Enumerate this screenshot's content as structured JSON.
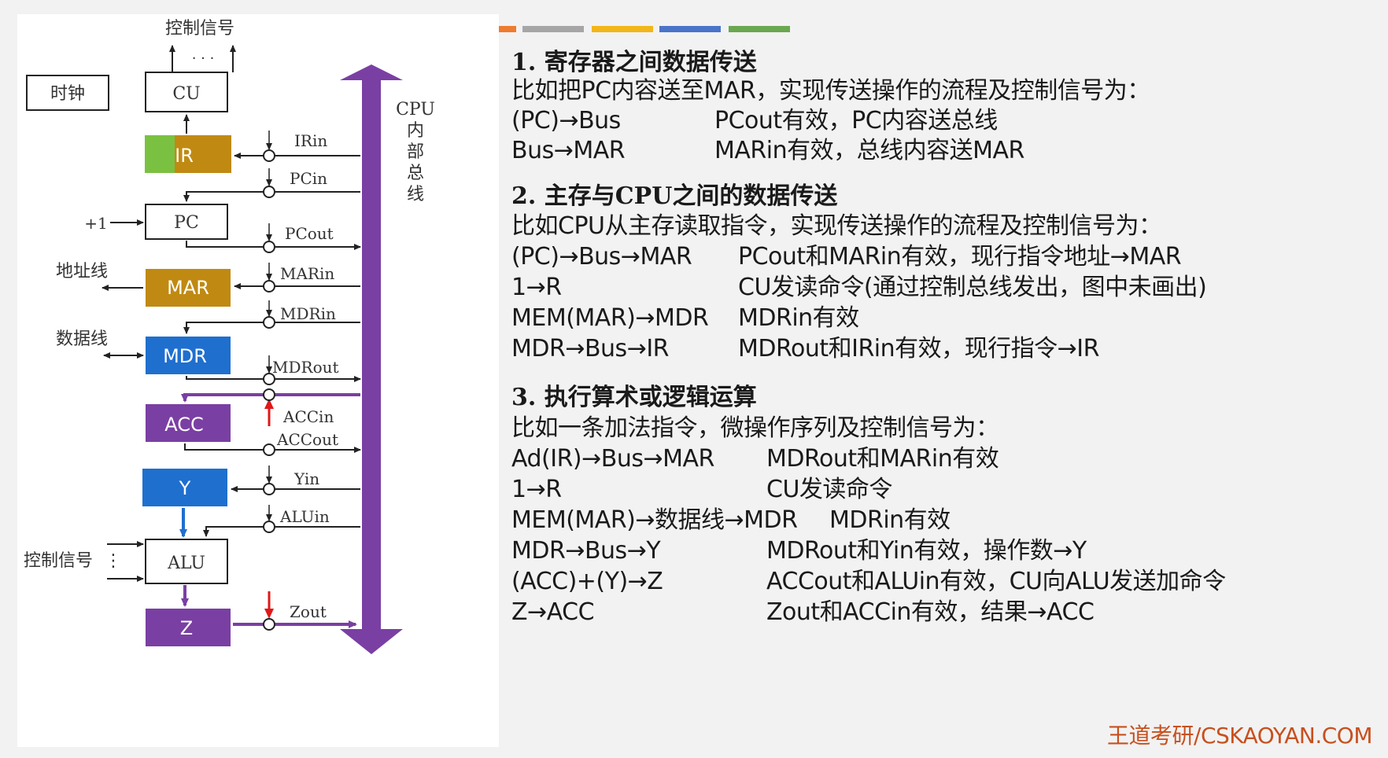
{
  "colors": {
    "bus": "#7a3fa3",
    "gold": "#c08a12",
    "blue": "#1f6fcf",
    "purple": "#7a3fa3",
    "green": "#7ac142",
    "red": "#e01818",
    "brand": "#c8501e",
    "accent_bars": [
      "#ef7b2e",
      "#a6a6a6",
      "#f2b619",
      "#4a74c9",
      "#6aa84f"
    ]
  },
  "diagram": {
    "top_control_label": "控制信号",
    "dots": "· · ·",
    "clock_label": "时钟",
    "bus_label_chars": [
      "CPU",
      "内",
      "部",
      "总",
      "线"
    ],
    "plus_one": "+1",
    "address_line": "地址线",
    "data_line": "数据线",
    "alu_control_label": "控制信号",
    "registers": {
      "cu": "CU",
      "ir": "IR",
      "pc": "PC",
      "mar": "MAR",
      "mdr": "MDR",
      "acc": "ACC",
      "y": "Y",
      "alu": "ALU",
      "z": "Z"
    },
    "signals": {
      "irin": "IRin",
      "pcin": "PCin",
      "pcout": "PCout",
      "marin": "MARin",
      "mdrin": "MDRin",
      "mdrout": "MDRout",
      "accin": "ACCin",
      "accout": "ACCout",
      "yin": "Yin",
      "aluin": "ALUin",
      "zout": "Zout"
    }
  },
  "sections": [
    {
      "heading": "1. 寄存器之间数据传送",
      "intro": "比如把PC内容送至MAR，实现传送操作的流程及控制信号为：",
      "rows": [
        {
          "op": "(PC)→Bus",
          "desc": "PCout有效，PC内容送总线"
        },
        {
          "op": "Bus→MAR",
          "desc": "MARin有效，总线内容送MAR"
        }
      ]
    },
    {
      "heading": "2. 主存与CPU之间的数据传送",
      "intro": "比如CPU从主存读取指令，实现传送操作的流程及控制信号为：",
      "rows": [
        {
          "op": "(PC)→Bus→MAR",
          "desc": "PCout和MARin有效，现行指令地址→MAR"
        },
        {
          "op": "1→R",
          "desc": "CU发读命令(通过控制总线发出，图中未画出)"
        },
        {
          "op": "MEM(MAR)→MDR",
          "desc": "MDRin有效"
        },
        {
          "op": "MDR→Bus→IR",
          "desc": "MDRout和IRin有效，现行指令→IR"
        }
      ]
    },
    {
      "heading": "3. 执行算术或逻辑运算",
      "intro": "比如一条加法指令，微操作序列及控制信号为：",
      "rows": [
        {
          "op": "Ad(IR)→Bus→MAR",
          "desc": "MDRout和MARin有效"
        },
        {
          "op": "1→R",
          "desc": "CU发读命令"
        },
        {
          "op": "MEM(MAR)→数据线→MDR",
          "desc": "MDRin有效"
        },
        {
          "op": "MDR→Bus→Y",
          "desc": "MDRout和Yin有效，操作数→Y"
        },
        {
          "op": "(ACC)+(Y)→Z",
          "desc": "ACCout和ALUin有效，CU向ALU发送加命令"
        },
        {
          "op": "Z→ACC",
          "desc": "Zout和ACCin有效，结果→ACC"
        }
      ]
    }
  ],
  "brand": "王道考研/CSKAOYAN.COM"
}
